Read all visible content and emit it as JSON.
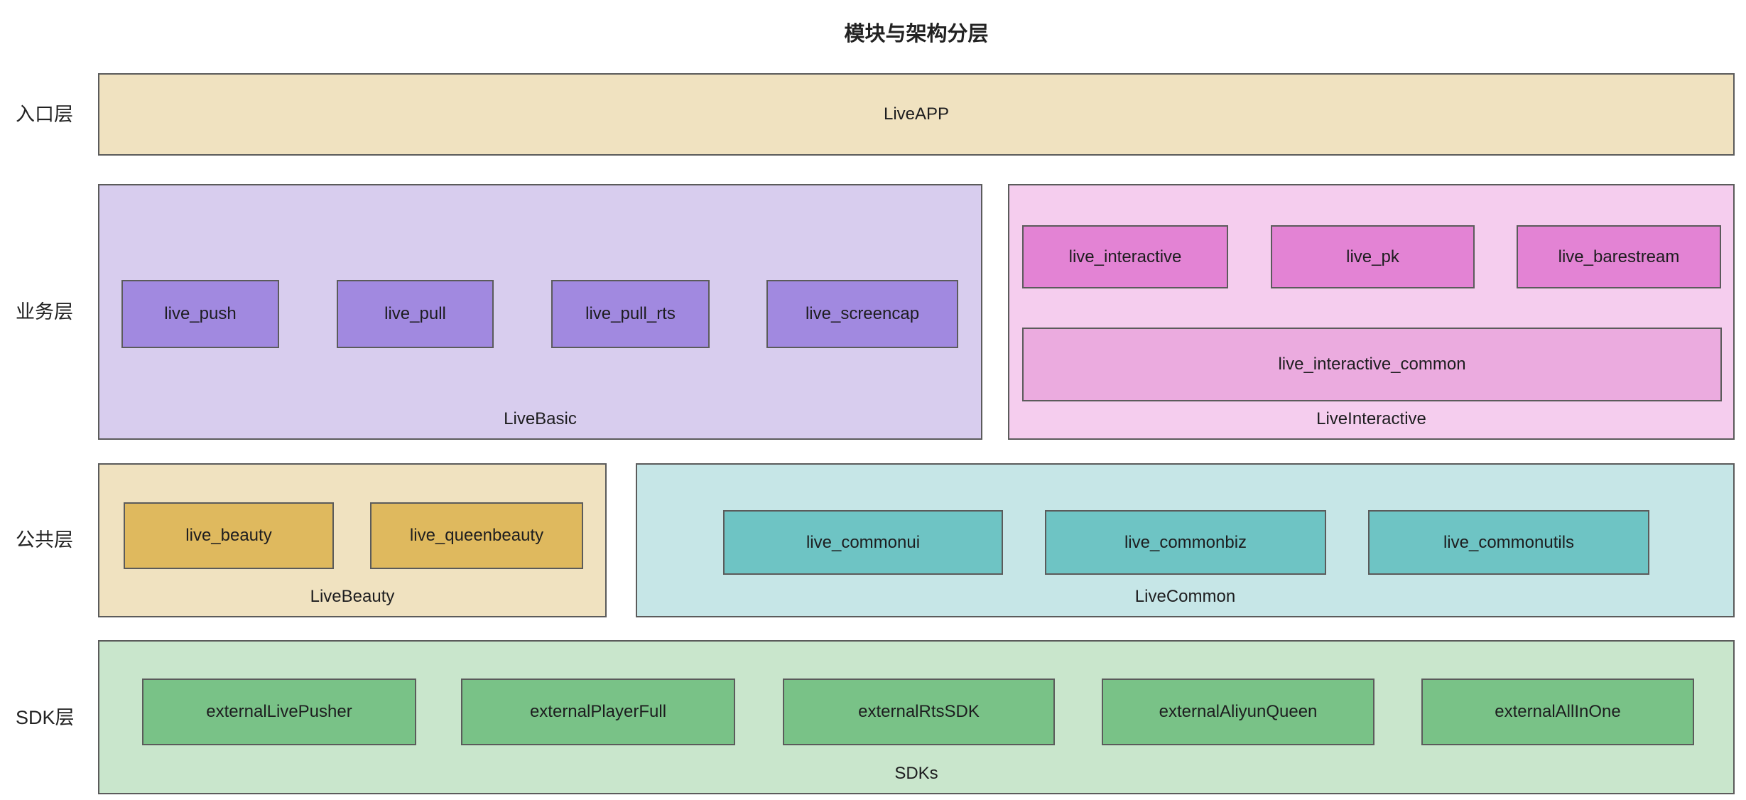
{
  "title": "模块与架构分层",
  "row_labels": [
    "入口层",
    "业务层",
    "公共层",
    "SDK层"
  ],
  "entry": {
    "module": "LiveAPP"
  },
  "business": {
    "live_basic": {
      "label": "LiveBasic",
      "modules": [
        "live_push",
        "live_pull",
        "live_pull_rts",
        "live_screencap"
      ]
    },
    "live_interactive": {
      "label": "LiveInteractive",
      "modules": [
        "live_interactive",
        "live_pk",
        "live_barestream"
      ],
      "common_module": "live_interactive_common"
    }
  },
  "common": {
    "live_beauty": {
      "label": "LiveBeauty",
      "modules": [
        "live_beauty",
        "live_queenbeauty"
      ]
    },
    "live_common": {
      "label": "LiveCommon",
      "modules": [
        "live_commonui",
        "live_commonbiz",
        "live_commonutils"
      ]
    }
  },
  "sdk": {
    "sdks": {
      "label": "SDKs",
      "modules": [
        "externalLivePusher",
        "externalPlayerFull",
        "externalRtsSDK",
        "externalAliyunQueen",
        "externalAllInOne"
      ]
    }
  },
  "colors": {
    "border": "#5b5b5b",
    "text": "#1d1d1f",
    "entry_fill": "#f0e2c0",
    "live_basic_fill": "#d8cdee",
    "live_basic_module_fill": "#a189e0",
    "live_interactive_fill": "#f5cdee",
    "live_interactive_module_fill": "#e383d4",
    "live_interactive_common_fill": "#ebabdf",
    "live_beauty_fill": "#f0e2c0",
    "live_beauty_module_fill": "#dfb95e",
    "live_common_fill": "#c6e6e7",
    "live_common_module_fill": "#6ec4c4",
    "sdks_fill": "#c9e6cc",
    "sdks_module_fill": "#79c287"
  }
}
